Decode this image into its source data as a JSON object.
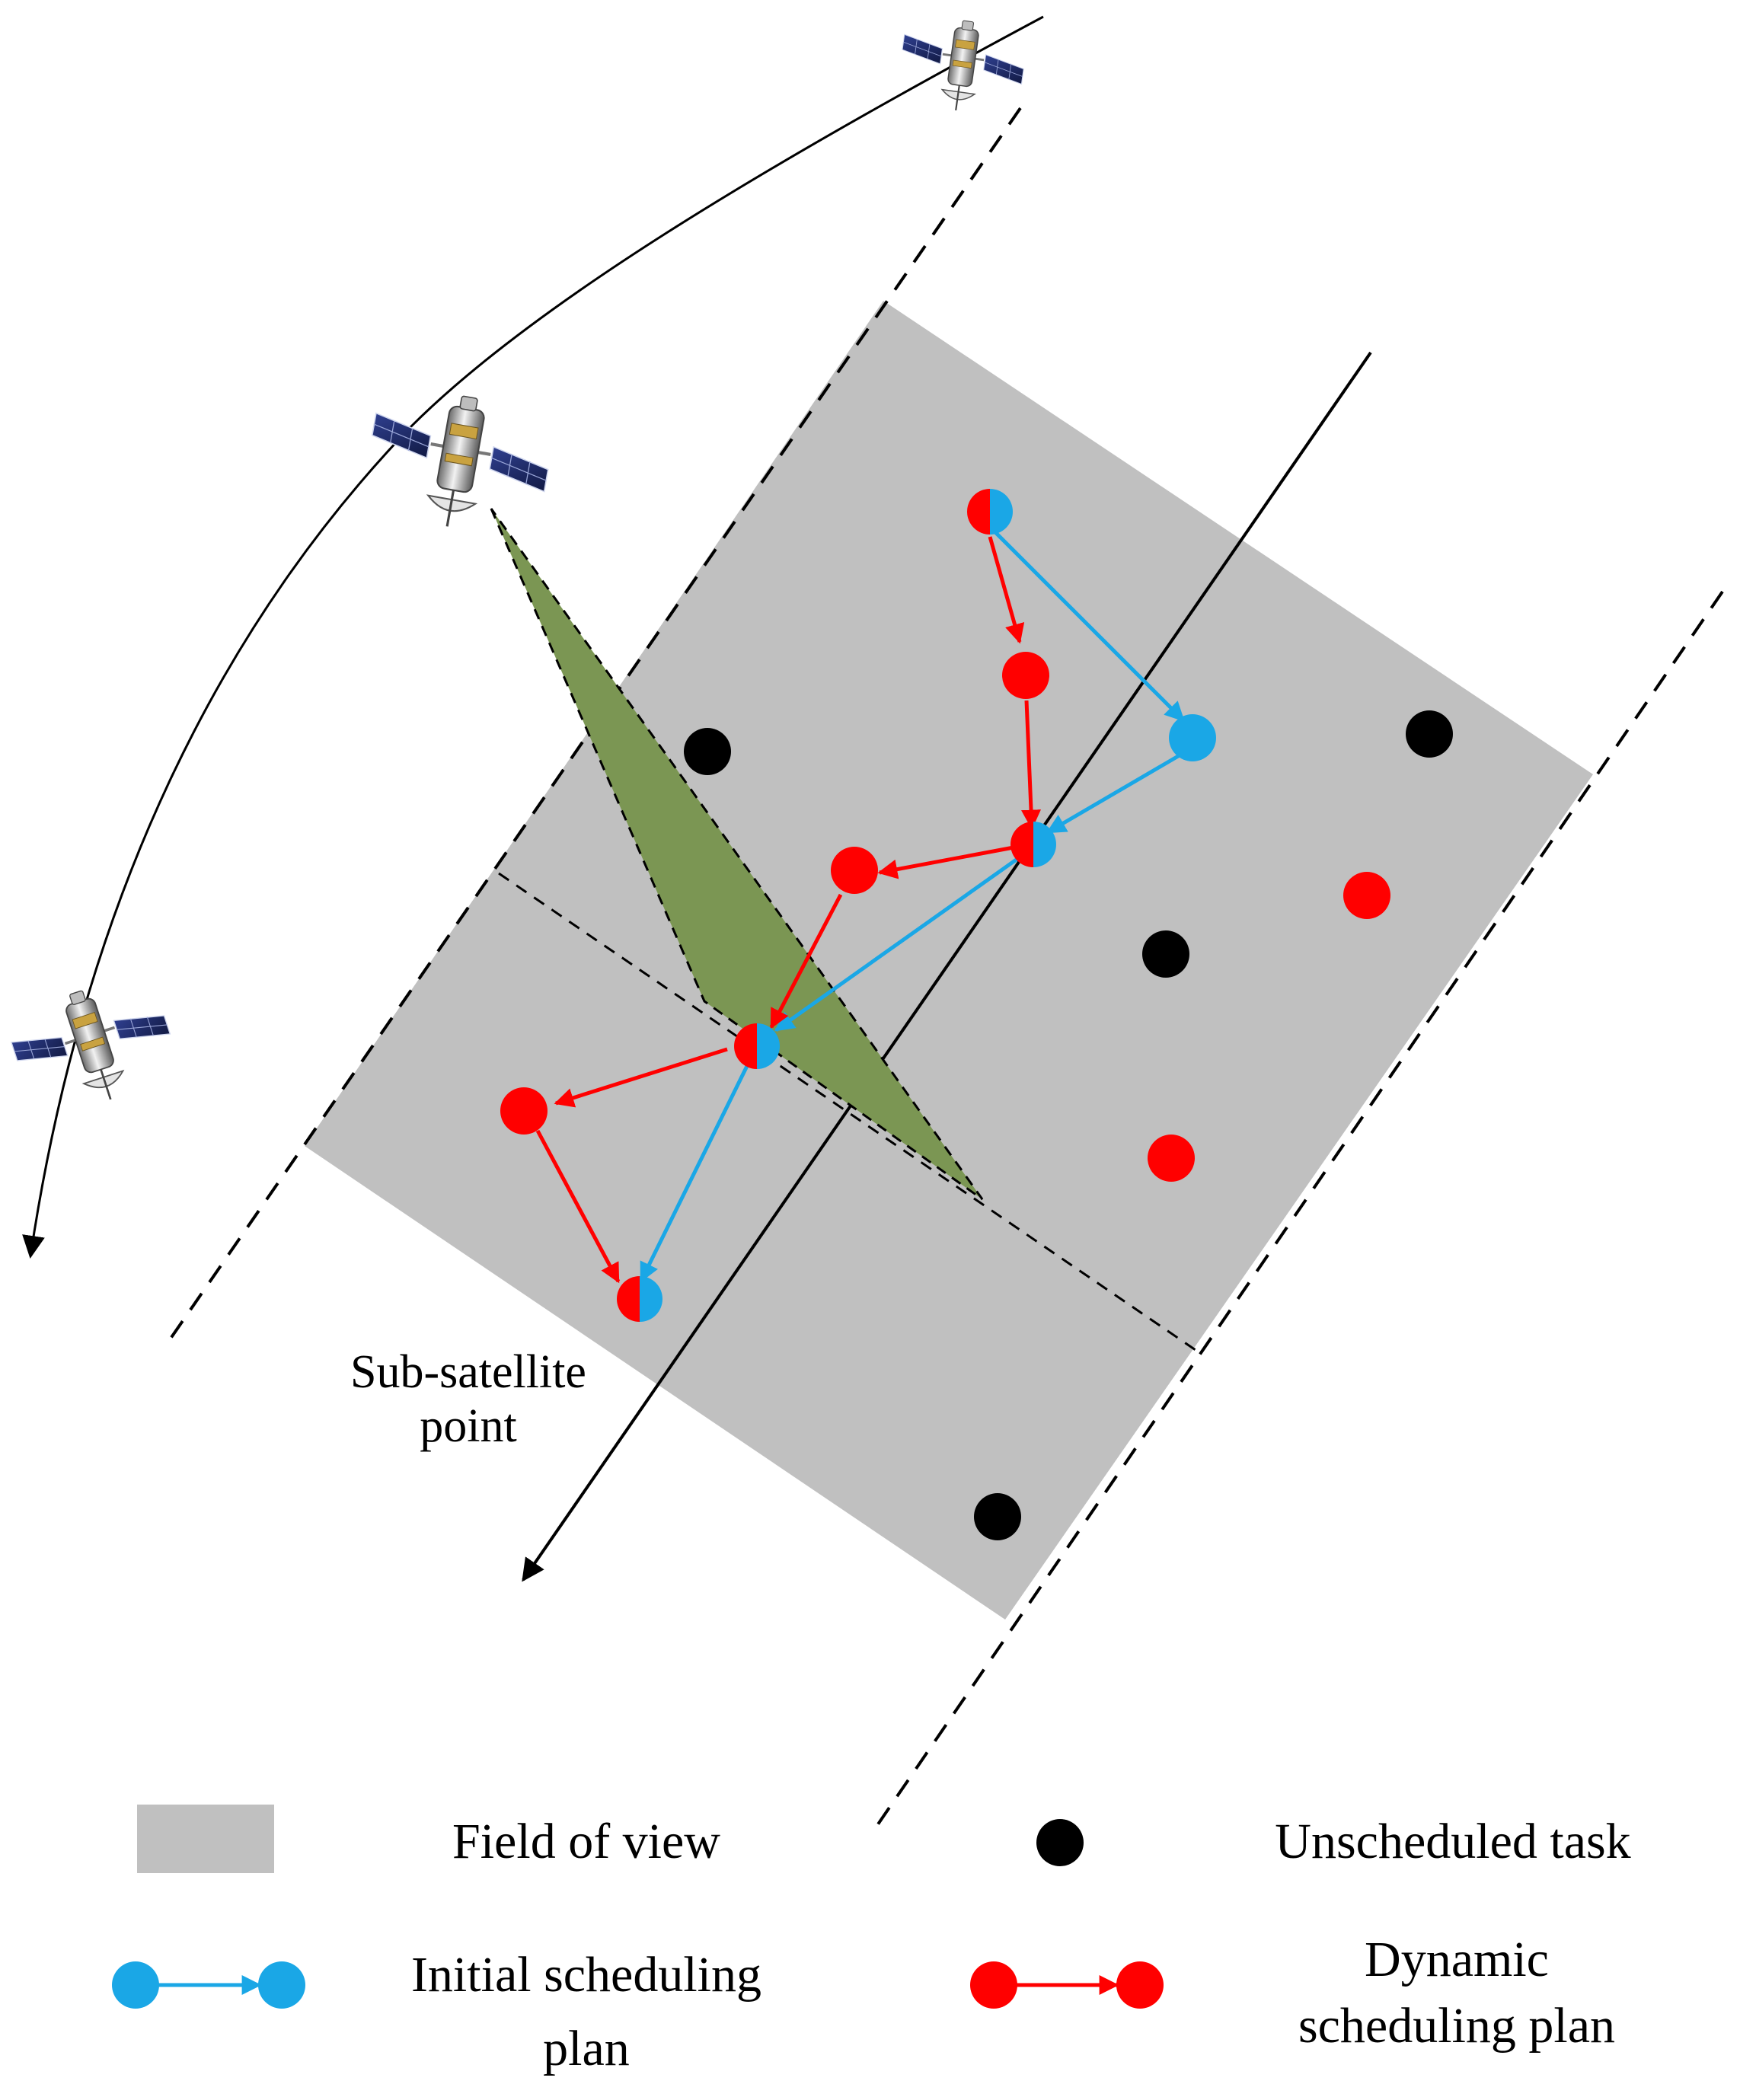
{
  "labels": {
    "sub_satellite_line1": "Sub-satellite",
    "sub_satellite_line2": "point"
  },
  "legend": {
    "field_of_view": "Field of view",
    "unscheduled_task": "Unscheduled task",
    "initial_plan_line1": "Initial scheduling",
    "initial_plan_line2": "plan",
    "dynamic_plan_line1": "Dynamic",
    "dynamic_plan_line2": "scheduling plan"
  },
  "colors": {
    "field_of_view": "#c0c0c0",
    "beam": "#7b9653",
    "initial_plan": "#1aa7e6",
    "dynamic_plan": "#ff0000",
    "unscheduled": "#000000"
  },
  "icons": [
    "satellite-icon",
    "satellite-icon",
    "satellite-icon"
  ]
}
